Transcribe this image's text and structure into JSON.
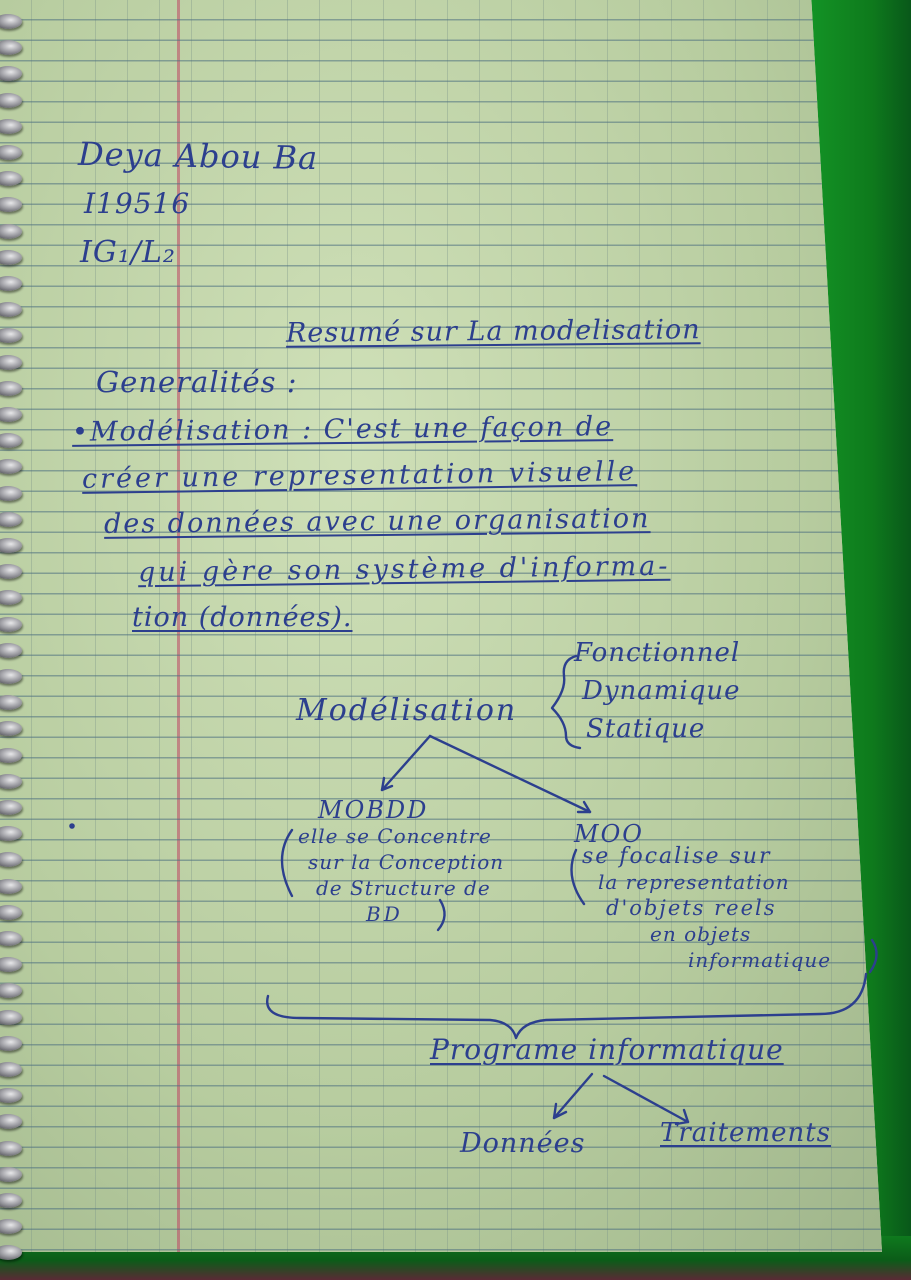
{
  "header": {
    "name": "Deya Abou Ba",
    "id_number": "I19516",
    "class_group": "IG₁/L₂"
  },
  "title": "Resumé sur La modelisation",
  "section": {
    "heading": "Generalités :",
    "definition_lines": [
      "•Modélisation : C'est une façon de",
      "créer une representation visuelle",
      "des données avec une organisation",
      "qui gère son système d'informa-",
      "tion (données)."
    ]
  },
  "modelisation_diagram": {
    "center": "Modélisation",
    "types": [
      "Fonctionnel",
      "Dynamique",
      "Statique"
    ]
  },
  "mobdd": {
    "label": "MOBDD",
    "description_lines": [
      "elle se Concentre",
      "sur la Conception",
      "de Structure de",
      "BD"
    ]
  },
  "moo": {
    "label": "MOO",
    "description_lines": [
      "se focalise sur",
      "la representation",
      "d'objets reels",
      "en objets",
      "informatique"
    ]
  },
  "programme": {
    "label": "Programe informatique",
    "children": [
      "Données",
      "Traitements"
    ]
  },
  "colors": {
    "ink": "#2c3f8e",
    "paper": "#bcd1a6",
    "cover": "#0f7a1e",
    "margin_line": "#be4664"
  }
}
